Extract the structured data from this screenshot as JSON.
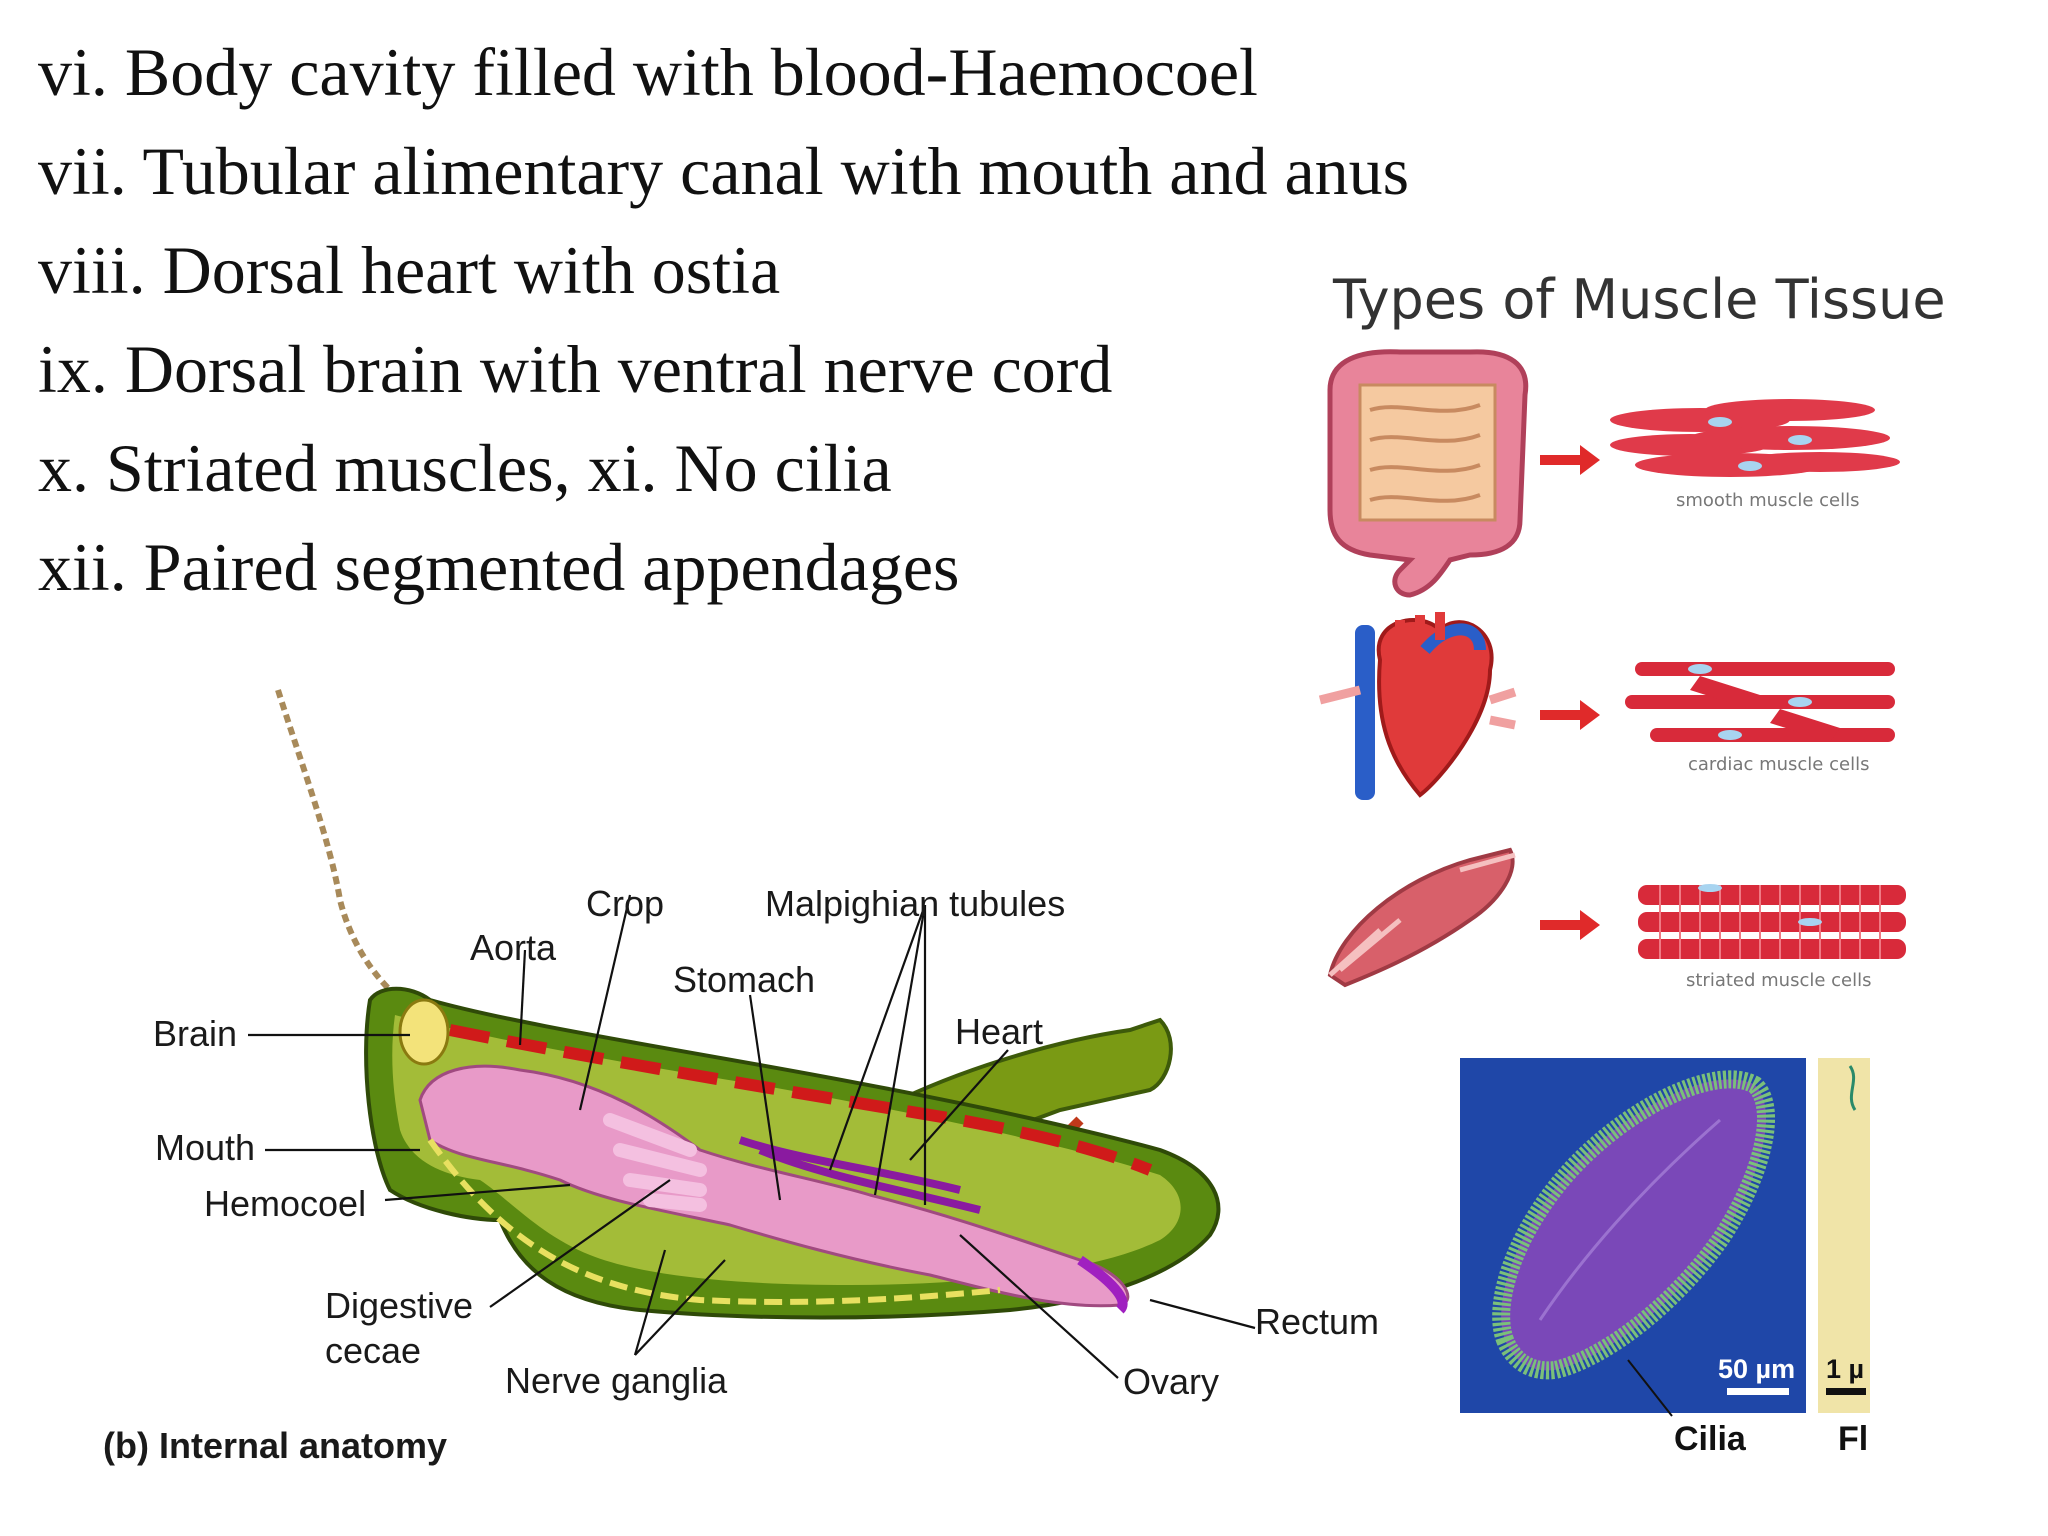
{
  "text_lines": [
    "vi. Body cavity filled with blood-Haemocoel",
    "vii. Tubular alimentary canal with mouth and anus",
    "viii. Dorsal heart with ostia",
    "ix. Dorsal brain with ventral nerve cord",
    "x. Striated muscles,  xi. No cilia",
    "xii. Paired segmented appendages"
  ],
  "anatomy": {
    "caption": "(b) Internal anatomy",
    "labels": {
      "crop": "Crop",
      "malpighian": "Malpighian tubules",
      "aorta": "Aorta",
      "stomach": "Stomach",
      "brain": "Brain",
      "heart": "Heart",
      "mouth": "Mouth",
      "hemocoel": "Hemocoel",
      "digestive_1": "Digestive",
      "digestive_2": "cecae",
      "rectum": "Rectum",
      "ovary": "Ovary",
      "nerve_ganglia": "Nerve ganglia"
    }
  },
  "muscle_tissue": {
    "title": "Types of Muscle Tissue",
    "captions": [
      "smooth muscle cells",
      "cardiac muscle cells",
      "striated muscle cells"
    ]
  },
  "cilia_figure": {
    "scale_left": "50 µm",
    "scale_right": "1 µ",
    "label_left": "Cilia",
    "label_right": "Fl"
  }
}
